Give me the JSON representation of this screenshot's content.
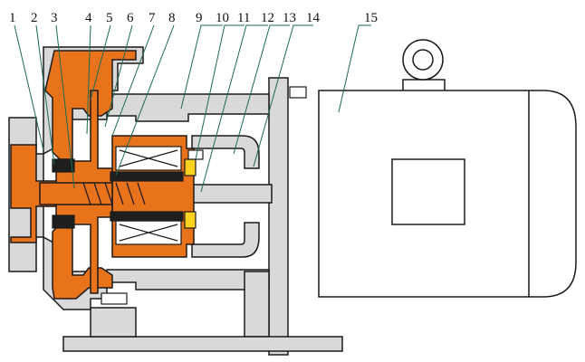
{
  "diagram": {
    "colors": {
      "housing": "#d9d9d9",
      "wetted_parts": "#e8731a",
      "magnet": "#1e1e1e",
      "bearing": "#ffd21f",
      "motor_fill": "#ffffff",
      "outline": "#1a1a1a",
      "leader": "#1a6b52"
    },
    "callouts": [
      "1",
      "2",
      "3",
      "4",
      "5",
      "6",
      "7",
      "8",
      "9",
      "10",
      "11",
      "12",
      "13",
      "14",
      "15"
    ]
  }
}
